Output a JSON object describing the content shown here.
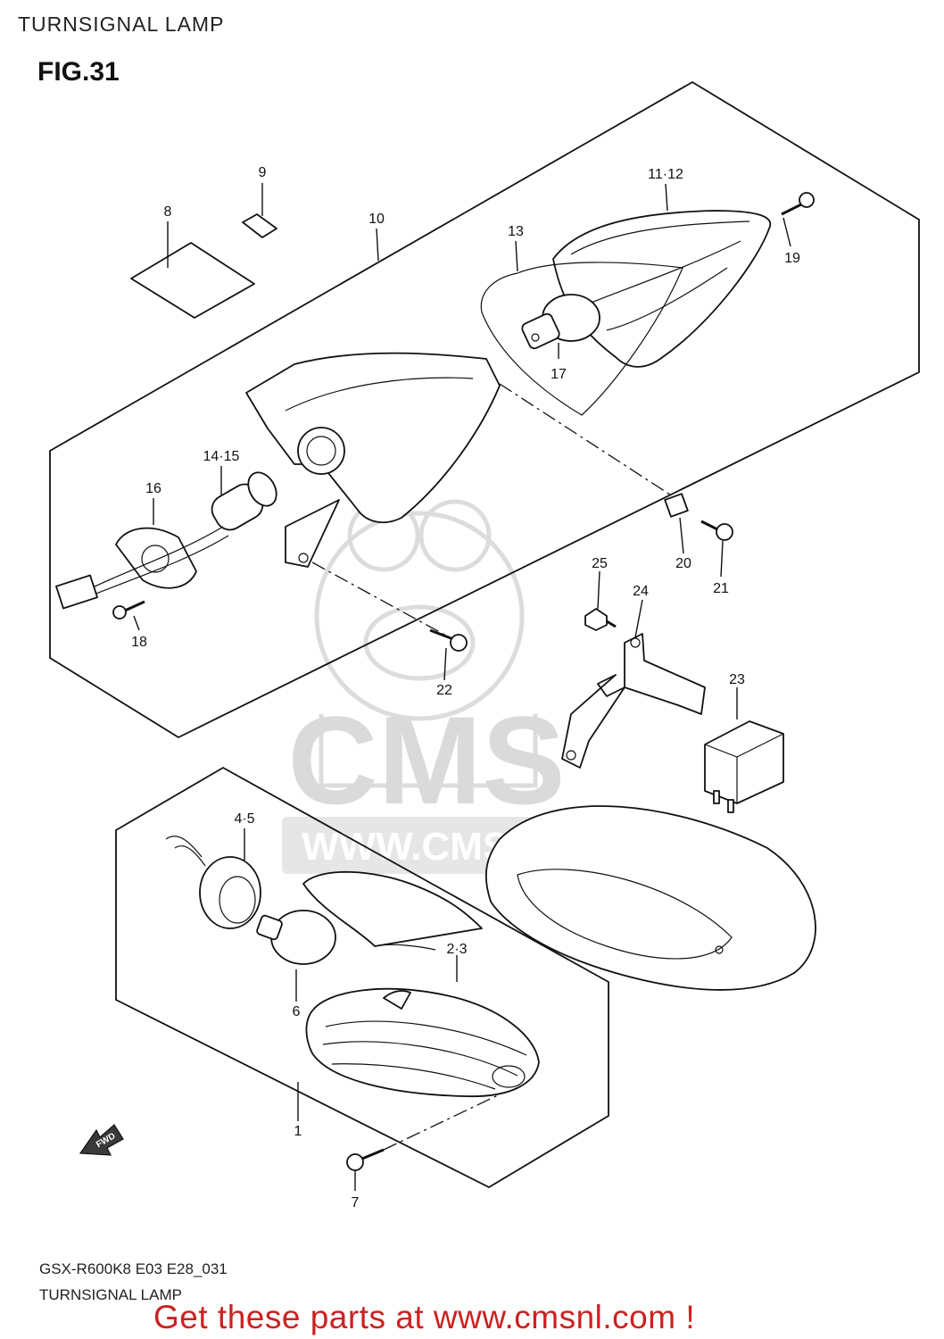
{
  "header": {
    "page_title": "TURNSIGNAL LAMP",
    "figure_label": "FIG.31"
  },
  "watermark": {
    "logo_text": "CMS",
    "url_text": "WWW.CMSNL.COM"
  },
  "direction_marker": {
    "text": "FWD"
  },
  "callouts": [
    {
      "id": "c8",
      "text": "8"
    },
    {
      "id": "c9",
      "text": "9"
    },
    {
      "id": "c10",
      "text": "10"
    },
    {
      "id": "c11_12",
      "text": "11·12"
    },
    {
      "id": "c13",
      "text": "13"
    },
    {
      "id": "c19",
      "text": "19"
    },
    {
      "id": "c17",
      "text": "17"
    },
    {
      "id": "c14_15",
      "text": "14·15"
    },
    {
      "id": "c16",
      "text": "16"
    },
    {
      "id": "c18",
      "text": "18"
    },
    {
      "id": "c20",
      "text": "20"
    },
    {
      "id": "c21",
      "text": "21"
    },
    {
      "id": "c25",
      "text": "25"
    },
    {
      "id": "c24",
      "text": "24"
    },
    {
      "id": "c22",
      "text": "22"
    },
    {
      "id": "c23",
      "text": "23"
    },
    {
      "id": "c4_5",
      "text": "4·5"
    },
    {
      "id": "c2_3",
      "text": "2·3"
    },
    {
      "id": "c6",
      "text": "6"
    },
    {
      "id": "c1",
      "text": "1"
    },
    {
      "id": "c7",
      "text": "7"
    }
  ],
  "footer": {
    "model_code": "GSX-R600K8 E03 E28_031",
    "title": "TURNSIGNAL LAMP",
    "promo": "Get these parts at www.cmsnl.com !"
  },
  "colors": {
    "line": "#111111",
    "promo": "#cc2222",
    "watermark": "#dadada",
    "background": "#ffffff"
  }
}
